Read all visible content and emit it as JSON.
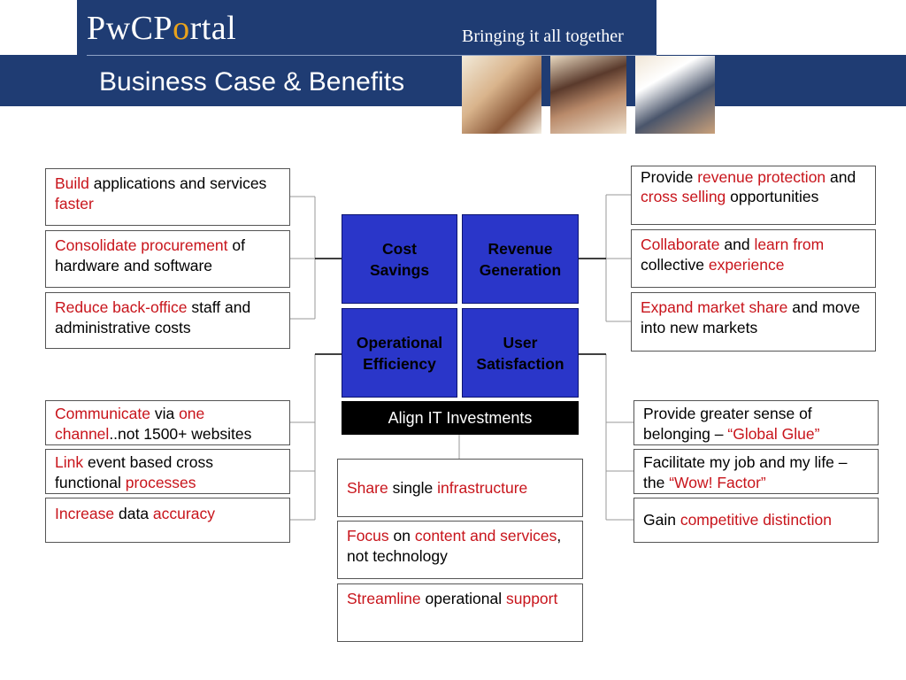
{
  "header": {
    "logo_pre": "PwCP",
    "logo_o": "o",
    "logo_post": "rtal",
    "tagline": "Bringing it all together",
    "title": "Business Case & Benefits"
  },
  "quadrants": {
    "cost_savings": "Cost Savings",
    "revenue_generation": "Revenue Generation",
    "operational_efficiency": "Operational Efficiency",
    "user_satisfaction": "User Satisfaction"
  },
  "align_it": "Align IT Investments",
  "left_top": [
    [
      {
        "t": "Build",
        "r": true
      },
      {
        "t": " applications and services ",
        "r": false
      },
      {
        "t": "faster",
        "r": true
      }
    ],
    [
      {
        "t": "Consolidate procurement",
        "r": true
      },
      {
        "t": " of hardware and software",
        "r": false
      }
    ],
    [
      {
        "t": "Reduce back-office",
        "r": true
      },
      {
        "t": " staff and administrative costs",
        "r": false
      }
    ]
  ],
  "left_bottom": [
    [
      {
        "t": "Communicate",
        "r": true
      },
      {
        "t": " via ",
        "r": false
      },
      {
        "t": "one channel",
        "r": true
      },
      {
        "t": "..not 1500+ websites",
        "r": false
      }
    ],
    [
      {
        "t": "Link",
        "r": true
      },
      {
        "t": " event based cross functional ",
        "r": false
      },
      {
        "t": "processes",
        "r": true
      }
    ],
    [
      {
        "t": "Increase",
        "r": true
      },
      {
        "t": " data ",
        "r": false
      },
      {
        "t": "accuracy",
        "r": true
      }
    ]
  ],
  "right_top": [
    [
      {
        "t": "Provide ",
        "r": false
      },
      {
        "t": "revenue protection",
        "r": true
      },
      {
        "t": " and ",
        "r": false
      },
      {
        "t": "cross selling",
        "r": true
      },
      {
        "t": " opportunities",
        "r": false
      }
    ],
    [
      {
        "t": "Collaborate",
        "r": true
      },
      {
        "t": " and ",
        "r": false
      },
      {
        "t": "learn from",
        "r": true
      },
      {
        "t": " collective ",
        "r": false
      },
      {
        "t": "experience",
        "r": true
      }
    ],
    [
      {
        "t": "Expand market share",
        "r": true
      },
      {
        "t": " and move into new markets",
        "r": false
      }
    ]
  ],
  "right_bottom": [
    [
      {
        "t": "Provide greater sense of belonging – ",
        "r": false
      },
      {
        "t": "“Global Glue”",
        "r": true
      }
    ],
    [
      {
        "t": "Facilitate my job and my life – the ",
        "r": false
      },
      {
        "t": "“Wow! Factor”",
        "r": true
      }
    ],
    [
      {
        "t": "Gain ",
        "r": false
      },
      {
        "t": "competitive distinction",
        "r": true
      }
    ]
  ],
  "center_bottom": [
    [
      {
        "t": "Share",
        "r": true
      },
      {
        "t": " single ",
        "r": false
      },
      {
        "t": "infrastructure",
        "r": true
      }
    ],
    [
      {
        "t": "Focus",
        "r": true
      },
      {
        "t": " on ",
        "r": false
      },
      {
        "t": "content and services",
        "r": true
      },
      {
        "t": ", not technology",
        "r": false
      }
    ],
    [
      {
        "t": "Streamline",
        "r": true
      },
      {
        "t": " operational ",
        "r": false
      },
      {
        "t": "support",
        "r": true
      }
    ]
  ],
  "colors": {
    "navy": "#1f3c73",
    "quad_blue": "#2a36c9",
    "accent_red": "#c8141b",
    "logo_o": "#e8a21c"
  }
}
